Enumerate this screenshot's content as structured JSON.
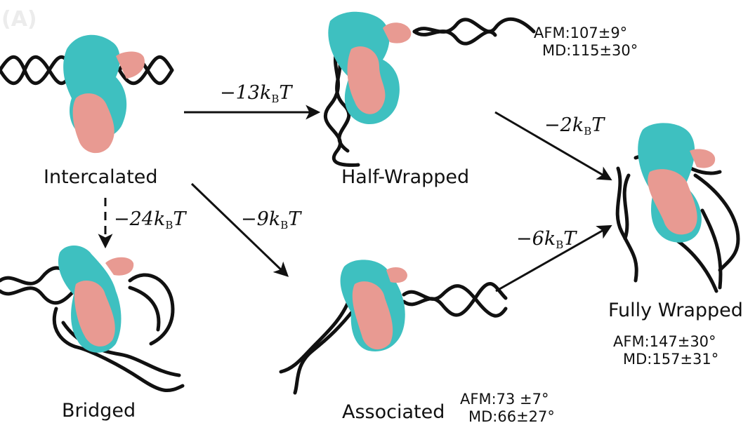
{
  "panel_label": "(A)",
  "states": {
    "intercalated": "Intercalated",
    "half_wrapped": "Half-Wrapped",
    "bridged": "Bridged",
    "associated": "Associated",
    "fully_wrapped": "Fully Wrapped"
  },
  "energies": {
    "to_half_wrapped": {
      "value": "−13",
      "unit": "k",
      "sub": "B",
      "T": "T"
    },
    "half_to_full": {
      "value": "−2",
      "unit": "k",
      "sub": "B",
      "T": "T"
    },
    "to_bridged": {
      "value": "−24",
      "unit": "k",
      "sub": "B",
      "T": "T"
    },
    "to_associated": {
      "value": "−9",
      "unit": "k",
      "sub": "B",
      "T": "T"
    },
    "assoc_to_full": {
      "value": "−6",
      "unit": "k",
      "sub": "B",
      "T": "T"
    }
  },
  "angles": {
    "half_wrapped": {
      "afm": "AFM:107±9°",
      "md": "MD:115±30°"
    },
    "fully_wrapped": {
      "afm": "AFM:147±30°",
      "md": "MD:157±31°"
    },
    "associated": {
      "afm": "AFM:73 ±7°",
      "md": "MD:66±27°"
    }
  },
  "colors": {
    "protein_a": "#3ec0c0",
    "protein_b": "#e89a92",
    "dna": "#111111",
    "arrow": "#111111"
  }
}
